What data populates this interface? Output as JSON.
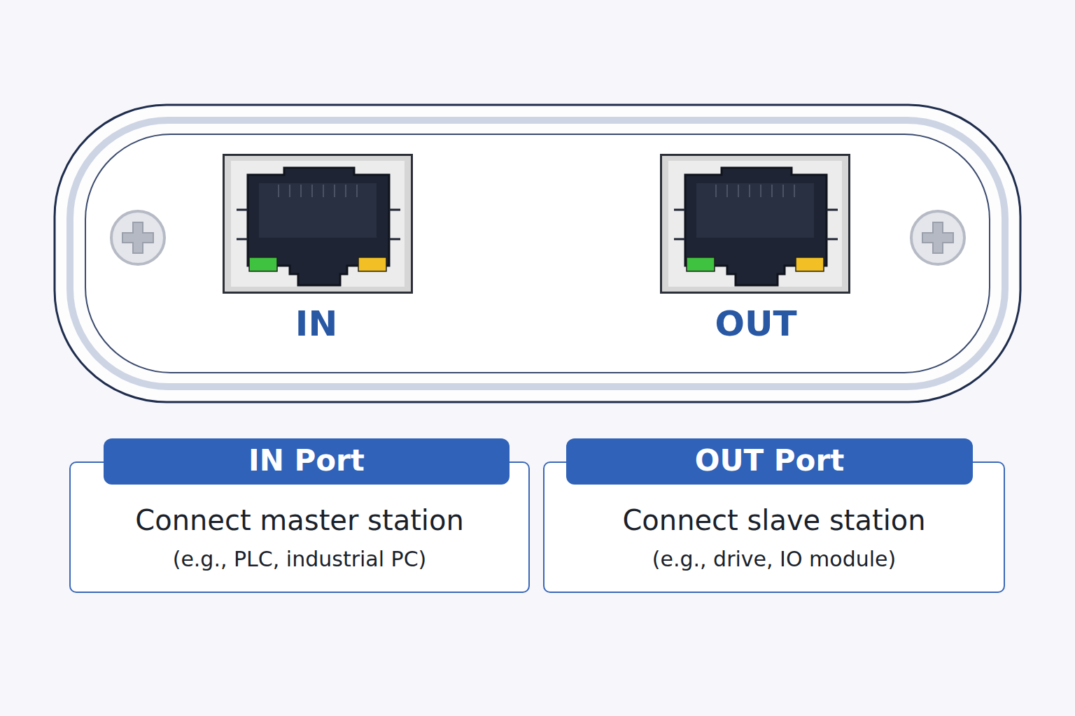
{
  "diagram": {
    "nodes": [
      {
        "text": [
          "IN Port",
          "Connect master station",
          "(e.g., PLC, industrial PC)"
        ]
      },
      {
        "text": [
          "OUT Port",
          "Connect slave station",
          "(e.g., drive, IO module)"
        ]
      }
    ],
    "labels": [
      "IN",
      "OUT"
    ]
  }
}
